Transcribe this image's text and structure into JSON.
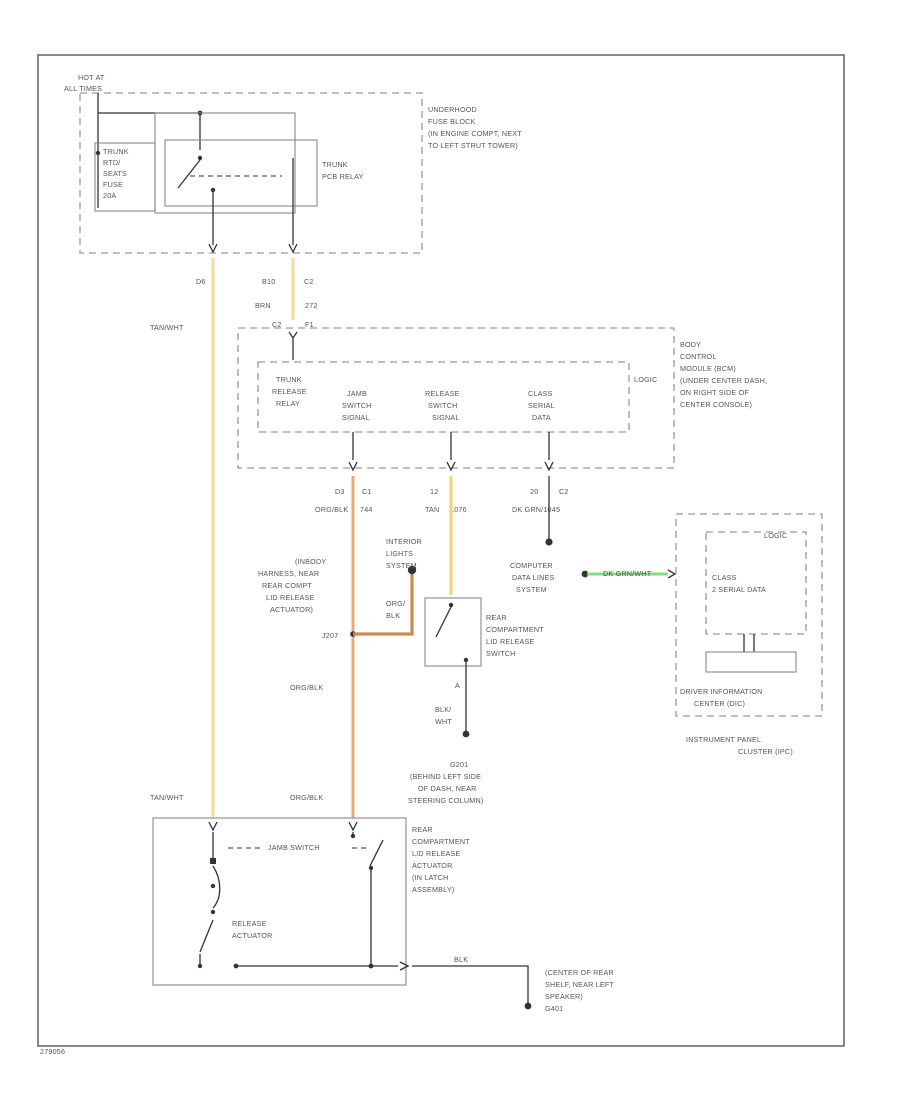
{
  "hot_at_label": "HOT AT",
  "hot_at_detail": "ALL TIMES",
  "underhood_fuse_block": [
    "UNDERHOOD",
    "FUSE BLOCK",
    "(IN ENGINE COMPT, NEXT",
    "TO LEFT STRUT TOWER)"
  ],
  "trunk_fuse": [
    "TRUNK",
    "RTD/",
    "SEATS",
    "FUSE",
    "20A"
  ],
  "trunk_pcb_relay": [
    "TRUNK",
    "PCB RELAY"
  ],
  "underhood_pins": [
    "D6",
    "B10",
    "C2"
  ],
  "tan_wht_upper": "TAN/WHT",
  "connector_bcm_top": [
    "BRN",
    "272",
    "C2",
    "F1"
  ],
  "bcm_label": [
    "BODY",
    "CONTROL",
    "MODULE (BCM)",
    "(UNDER CENTER DASH,",
    "ON RIGHT SIDE OF",
    "CENTER CONSOLE)"
  ],
  "bcm_logic": "LOGIC",
  "trunk_release_relay": [
    "TRUNK",
    "RELEASE",
    "RELAY"
  ],
  "jamb_switch_signal": [
    "JAMB",
    "SWITCH",
    "SIGNAL"
  ],
  "release_switch_signal": [
    "RELEASE",
    "SWITCH",
    "SIGNAL"
  ],
  "class2_serial_data": [
    "CLASS",
    "SERIAL",
    "DATA"
  ],
  "bcm_pins": [
    "D3",
    "C1",
    "12",
    "20",
    "C2"
  ],
  "wire_orgblk": "ORG/BLK",
  "wire_744": "744",
  "wire_tan": "TAN",
  "wire_1076": "1076",
  "wire_dk_grn_wht": "DK GRN/1045",
  "interior_lights": [
    "INTERIOR",
    "LIGHTS",
    "SYSTEM"
  ],
  "junction_label": [
    "(INBODY",
    "HARNESS, NEAR",
    "REAR COMPT",
    "LID RELEASE",
    "ACTUATOR)",
    "J207"
  ],
  "wire_org_blk_short": [
    "ORG/",
    "BLK"
  ],
  "computer_data_lines": [
    "COMPUTER",
    "DATA LINES",
    "SYSTEM"
  ],
  "dk_grn_wht_ipc": "DK GRN/WHT",
  "logic_ipc": "LOGIC",
  "class2_serial_data_ipc": [
    "CLASS",
    "2 SERIAL DATA"
  ],
  "rear_comp_switch": [
    "REAR",
    "COMPARTMENT",
    "LID RELEASE",
    "SWITCH"
  ],
  "switch_pin": "A",
  "wire_blk_wht": [
    "BLK/",
    "WHT"
  ],
  "driver_info_center": [
    "DRIVER INFORMATION",
    "CENTER (DIC)"
  ],
  "instrument_panel_cluster": [
    "INSTRUMENT PANEL",
    "CLUSTER (IPC)"
  ],
  "ground_g201": [
    "G201",
    "(BEHIND LEFT SIDE",
    "OF DASH, NEAR",
    "STEERING COLUMN)"
  ],
  "tan_wht_lower": "TAN/WHT",
  "orgblk_lower_1": "ORG/BLK",
  "orgblk_lower_2": "ORG/BLK",
  "jamb_switch": "JAMB SWITCH",
  "rear_comp_actuator": [
    "REAR",
    "COMPARTMENT",
    "LID RELEASE",
    "ACTUATOR",
    "(IN LATCH",
    "ASSEMBLY)"
  ],
  "release_actuator": [
    "RELEASE",
    "ACTUATOR"
  ],
  "wire_blk": "BLK",
  "ground_rear": [
    "(CENTER OF REAR",
    "SHELF, NEAR LEFT",
    "SPEAKER)",
    "G401"
  ],
  "diagram_id": "279056"
}
